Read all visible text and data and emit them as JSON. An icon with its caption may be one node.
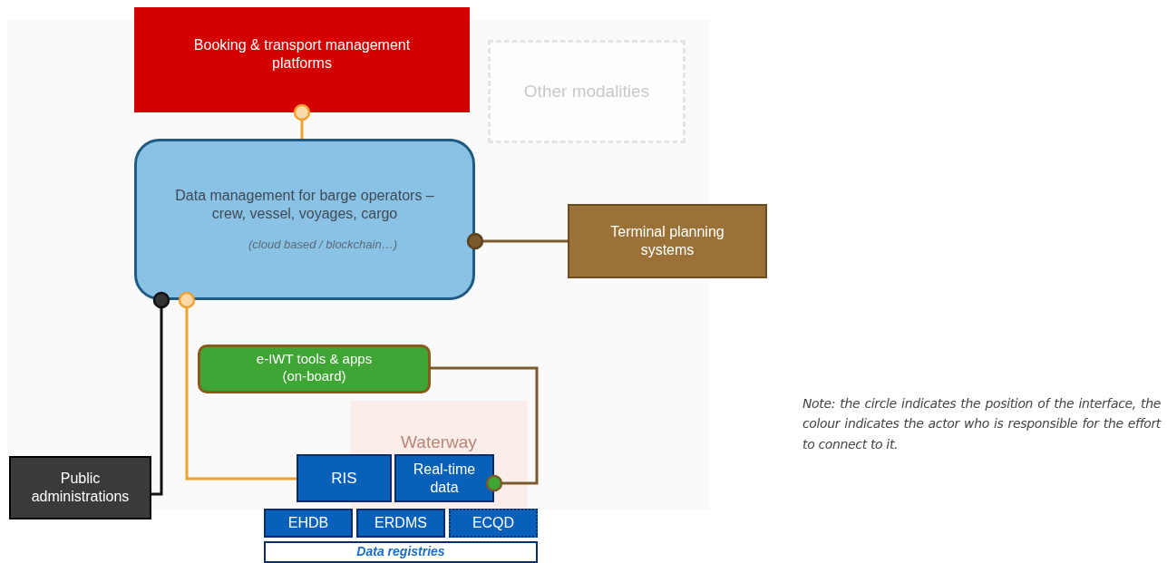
{
  "diagram": {
    "nodes": [
      {
        "text": [
          "Booking & transport management platforms"
        ]
      },
      {
        "text": [
          "Other modalities"
        ]
      },
      {
        "text": [
          "Data management for barge operators – crew, vessel, voyages, cargo",
          "(cloud based / blockchain…)"
        ]
      },
      {
        "text": [
          "Terminal planning systems"
        ]
      },
      {
        "text": [
          "e-IWT tools & apps (on-board)"
        ]
      },
      {
        "text": [
          "Waterway"
        ]
      },
      {
        "text": [
          "Public administrations"
        ]
      },
      {
        "text": [
          "RIS"
        ]
      },
      {
        "text": [
          "Real-time data"
        ],
        "in": 5
      },
      {
        "text": [
          "EHDB"
        ]
      },
      {
        "text": [
          "ERDMS"
        ]
      },
      {
        "text": [
          "ECQD"
        ]
      },
      {
        "text": [
          "Data registries"
        ]
      }
    ],
    "edges": [
      {
        "from": 2,
        "to": 0,
        "arrow": "other",
        "color": "#f0a030"
      },
      {
        "from": 3,
        "to": 2,
        "arrow": "other",
        "color": "#7a5a2a"
      },
      {
        "from": 6,
        "to": 2,
        "arrow": "other",
        "color": "#111111"
      },
      {
        "from": 7,
        "to": 2,
        "arrow": "other",
        "color": "#f0a030"
      },
      {
        "from": 4,
        "to": 8,
        "arrow": "other",
        "color": "#7a5a2a"
      }
    ],
    "labels": [
      "Note: the circle indicates the position of the interface, the colour indicates the actor who is responsible for the effort to connect to it."
    ]
  }
}
